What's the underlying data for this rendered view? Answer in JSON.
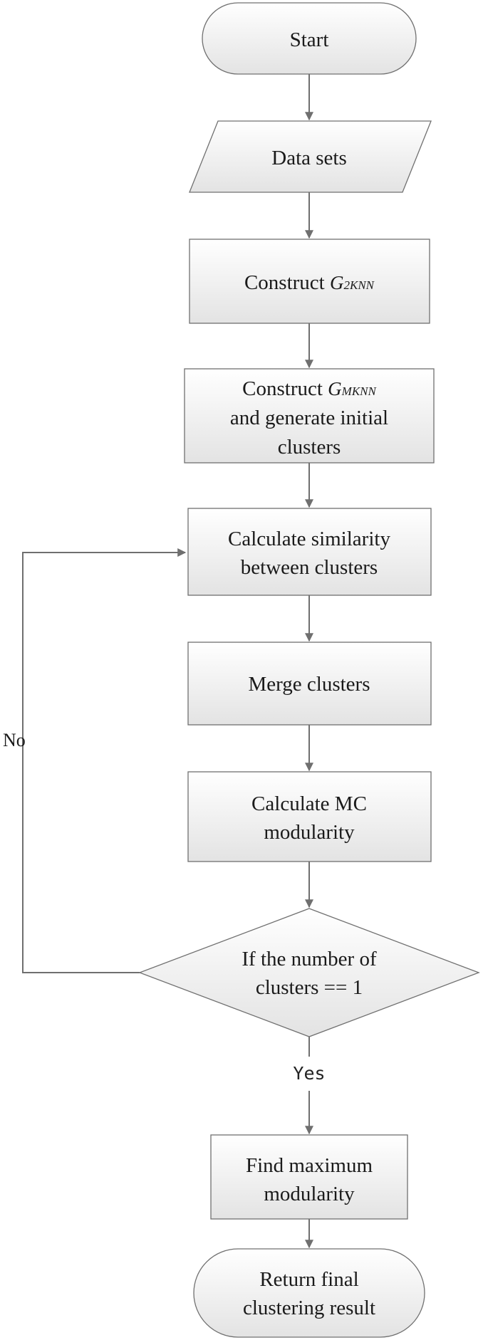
{
  "nodes": {
    "start": "Start",
    "data_sets": "Data sets",
    "construct_g2knn": {
      "prefix": "Construct ",
      "symbol": "G",
      "subscript": "2KNN"
    },
    "construct_gmknn": {
      "prefix": "Construct ",
      "symbol": "G",
      "subscript": "MKNN",
      "line2": "and generate initial",
      "line3": "clusters"
    },
    "calc_similarity": {
      "line1": "Calculate similarity",
      "line2": "between clusters"
    },
    "merge_clusters": "Merge clusters",
    "calc_mc": {
      "line1": "Calculate MC",
      "line2": "modularity"
    },
    "decision": {
      "line1": "If the number of",
      "line2": "clusters == 1"
    },
    "find_max": {
      "line1": "Find maximum",
      "line2": "modularity"
    },
    "return_result": {
      "line1": "Return final",
      "line2": "clustering result"
    }
  },
  "edges": {
    "no_label": "No",
    "yes_label": "Yes"
  },
  "colors": {
    "box_fill_top": "#ffffff",
    "box_fill_bottom": "#e4e4e4",
    "stroke": "#707070",
    "text": "#1a1a1a"
  }
}
